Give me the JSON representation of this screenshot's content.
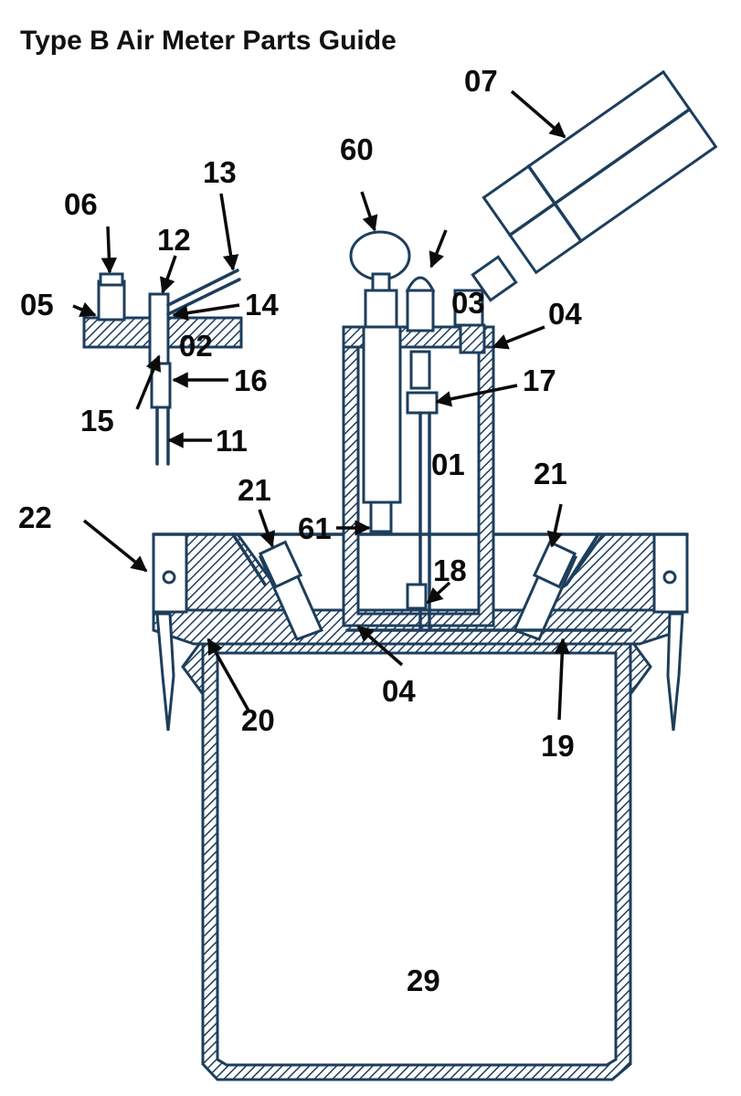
{
  "title": "Type B Air Meter Parts Guide",
  "colors": {
    "ink": "#1d3e5c",
    "hatch": "#1d3e5c",
    "label": "#0b0b0b",
    "background": "#ffffff"
  },
  "labels": {
    "p01": "01",
    "p02": "02",
    "p03": "03",
    "p04_top": "04",
    "p04_bottom": "04",
    "p05": "05",
    "p06": "06",
    "p07": "07",
    "p11": "11",
    "p12": "12",
    "p13": "13",
    "p14": "14",
    "p15": "15",
    "p16": "16",
    "p17": "17",
    "p18": "18",
    "p19": "19",
    "p20": "20",
    "p21_left": "21",
    "p21_right": "21",
    "p22": "22",
    "p29": "29",
    "p60": "60",
    "p61": "61"
  }
}
